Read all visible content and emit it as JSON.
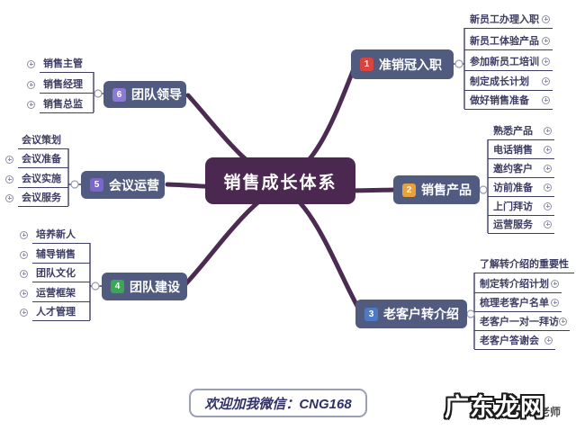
{
  "title": "销售成长体系思维导图",
  "center": {
    "label": "销售成长体系"
  },
  "branches": [
    {
      "num": "1",
      "label": "准销冠入职",
      "badge_color": "#d9453e",
      "children": [
        "新员工办理入职",
        "新员工体验产品",
        "参加新员工培训",
        "制定成长计划",
        "做好销售准备"
      ]
    },
    {
      "num": "2",
      "label": "销售产品",
      "badge_color": "#e9a23b",
      "children": [
        "熟悉产品",
        "电话销售",
        "邀约客户",
        "访前准备",
        "上门拜访",
        "运营服务"
      ]
    },
    {
      "num": "3",
      "label": "老客户转介绍",
      "badge_color": "#4d7ac7",
      "children": [
        "了解转介绍的重要性",
        "制定转介绍计划",
        "梳理老客户名单",
        "老客户一对一拜访",
        "老客户答谢会"
      ]
    },
    {
      "num": "4",
      "label": "团队建设",
      "badge_color": "#3aa755",
      "children": [
        "培养新人",
        "辅导销售",
        "团队文化",
        "运营框架",
        "人才管理"
      ]
    },
    {
      "num": "5",
      "label": "会议运营",
      "badge_color": "#7a68c4",
      "children": [
        "会议策划",
        "会议准备",
        "会议实施",
        "会议服务"
      ]
    },
    {
      "num": "6",
      "label": "团队领导",
      "badge_color": "#8d7ad2",
      "children": [
        "销售主管",
        "销售经理",
        "销售总监"
      ]
    }
  ],
  "footer": {
    "banner": "欢迎加我微信：CNG168"
  },
  "watermark": {
    "main": "广东龙网",
    "partial": "老师"
  },
  "colors": {
    "center_bg": "#4a2850",
    "branch_bg": "#515b80",
    "curve": "#4b2b52",
    "child_line": "#3f3f66",
    "child_text": "#3c3c64"
  }
}
